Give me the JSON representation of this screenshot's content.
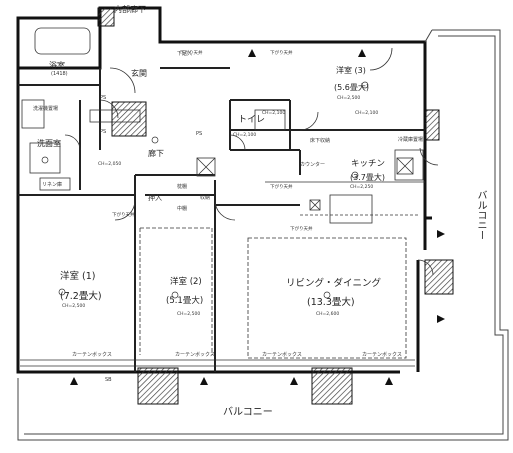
{
  "corridor": "内部廊下",
  "rooms": {
    "bath": {
      "name": "浴室",
      "size": "(1418)"
    },
    "entrance": {
      "name": "玄関"
    },
    "washroom": {
      "name": "洗面室",
      "washer": "洗濯機置場",
      "linen": "リネン庫"
    },
    "hall": {
      "name": "廊下",
      "ch": "CH=2,050"
    },
    "western3": {
      "name": "洋室 (3)",
      "size": "(5.6畳大)",
      "ch": "CH=2,500",
      "ch2": "CH=2,100"
    },
    "toilet": {
      "name": "トイレ",
      "ch": "CH=2,100",
      "ch2": "CH=2,100"
    },
    "kitchen": {
      "name": "キッチン",
      "size": "(3.7畳大)",
      "ch": "CH=2,250",
      "storage": "床下収納",
      "counter": "カウンター",
      "refrigerator": "冷蔵庫置場"
    },
    "western1": {
      "name": "洋室 (1)",
      "size": "(7.2畳大)",
      "ch": "CH=2,500"
    },
    "western2": {
      "name": "洋室 (2)",
      "size": "(5.1畳大)",
      "ch": "CH=2,500"
    },
    "living": {
      "name": "リビング・ダイニング",
      "size": "(13.3畳大)",
      "ch": "CH=2,600"
    }
  },
  "storage": {
    "closet": "押入",
    "shelf": "枕棚",
    "hanger": "中棚",
    "shoe": "下足入",
    "hanging": "収納"
  },
  "balcony_bottom": "バルコニー",
  "balcony_right": "バルコニー",
  "curtain_box": "カーテンボックス",
  "ps": "PS",
  "downlight": "下がり天井",
  "sb": "SB"
}
